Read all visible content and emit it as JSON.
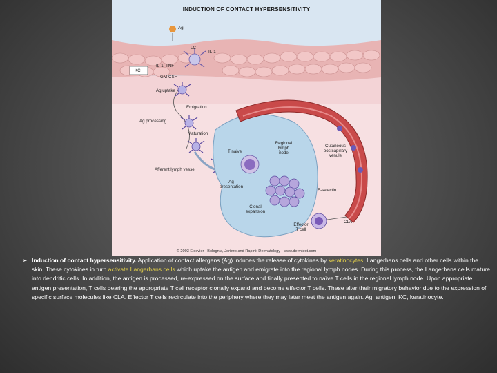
{
  "figure": {
    "title": "INDUCTION OF CONTACT HYPERSENSITIVITY",
    "labels": {
      "ag": "Ag",
      "lc": "LC",
      "il1_right": "IL-1",
      "il1_tnf": "IL-1, TNF",
      "kc": "KC",
      "gm_csf": "GM-CSF",
      "ag_uptake": "Ag uptake",
      "emigration": "Emigration",
      "ag_processing": "Ag processing",
      "maturation": "Maturation",
      "t_naive": "T naive",
      "regional_node_1": "Regional",
      "regional_node_2": "lymph",
      "regional_node_3": "node",
      "venule_1": "Cutaneous",
      "venule_2": "postcapillary",
      "venule_3": "venule",
      "afferent": "Afferent lymph vessel",
      "ag_presentation_1": "Ag",
      "ag_presentation_2": "presentation",
      "e_selectin": "E-selectin",
      "clonal_1": "Clonal",
      "clonal_2": "expansion",
      "effector_1": "Effector",
      "effector_2": "T cell",
      "cla": "CLA"
    },
    "copyright": "© 2003 Elsevier - Bolognia, Jorizzo and Rapini: Dermatology - www.dermtext.com",
    "colors": {
      "background": "#d9e6f2",
      "epidermis": "#e8b4b4",
      "dermis": "#f3d3d6",
      "vessel": "#c94a4a",
      "node": "#b9d6ea"
    }
  },
  "caption": {
    "bullet": "➢",
    "lead": "Induction of contact hypersensitivity.",
    "part1": " Application of contact allergens (Ag) induces the release of cytokines by ",
    "highlight1": "keratinocytes",
    "part2": ", Langerhans cells and other cells within the skin. These cytokines in turn ",
    "highlight2": "activate Langerhans cells",
    "part3": " which uptake the antigen and emigrate into the regional lymph nodes. During this process, the Langerhans cells mature into dendritic cells. In addition, the antigen is processed, re-expressed on the surface and finally presented to naïve T cells in the regional lymph node. Upon appropriate antigen presentation, T cells bearing the appropriate T cell receptor clonally expand and become effector T cells. These alter their migratory behavior due to the expression of specific surface molecules like CLA. Effector T cells recirculate into the periphery where they may later meet the antigen again. Ag, antigen; KC, keratinocyte."
  }
}
